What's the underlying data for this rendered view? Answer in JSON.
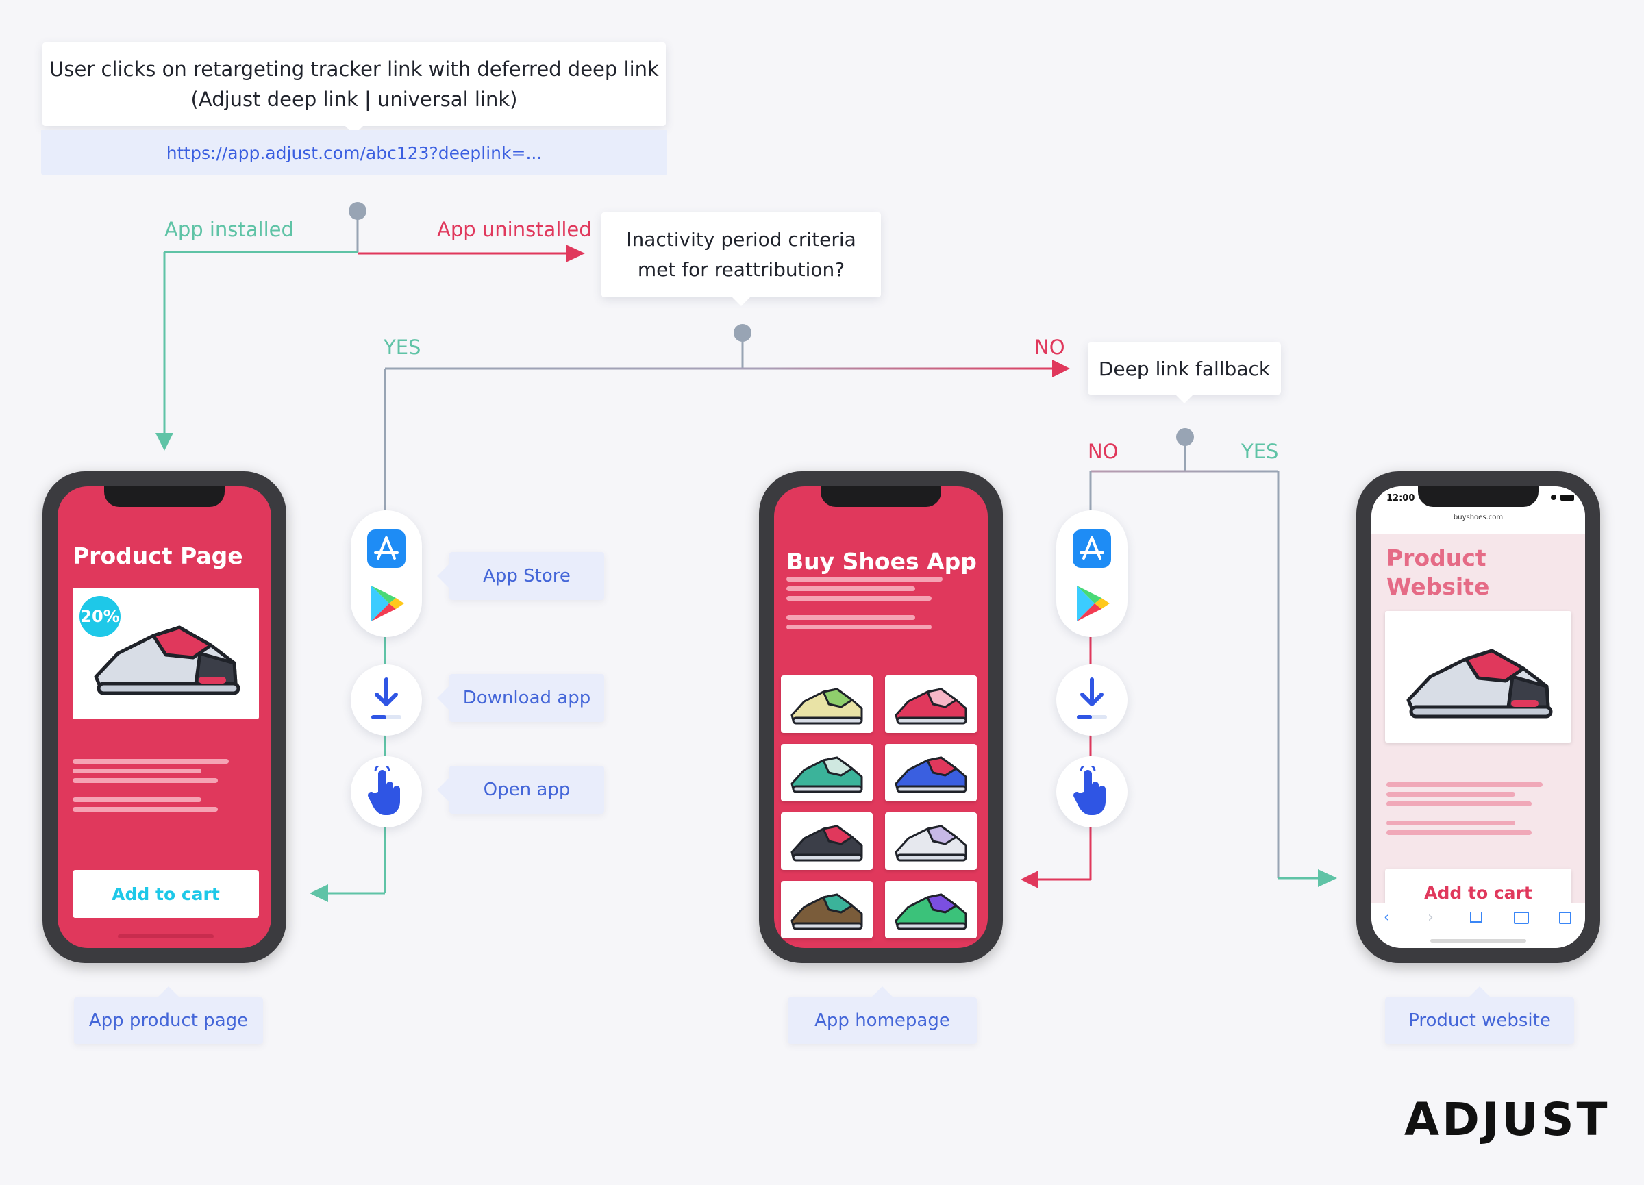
{
  "start": {
    "line1": "User clicks on retargeting tracker link with deferred deep link",
    "line2": "(Adjust deep link | universal link)",
    "url": "https://app.adjust.com/abc123?deeplink=..."
  },
  "branch1": {
    "installed": "App installed",
    "uninstalled": "App uninstalled"
  },
  "decision": {
    "line1": "Inactivity period criteria",
    "line2": "met for reattribution?",
    "yes": "YES",
    "no": "NO"
  },
  "fallback": {
    "label": "Deep link fallback",
    "no": "NO",
    "yes": "YES"
  },
  "steps": {
    "app_store": "App Store",
    "download": "Download app",
    "open": "Open app"
  },
  "phones": {
    "product_page": {
      "title": "Product Page",
      "discount": "20%",
      "button": "Add to cart",
      "caption": "App product page"
    },
    "shoes_app": {
      "title": "Buy Shoes App",
      "caption": "App homepage"
    },
    "website": {
      "time": "12:00",
      "url": "buyshoes.com",
      "title_line1": "Product",
      "title_line2": "Website",
      "button": "Add to cart",
      "caption": "Product website"
    }
  },
  "brand": "ADJUST",
  "colors": {
    "green": "#5fc3a6",
    "red": "#e0385c",
    "grey": "#98a4b4",
    "blue": "#4466d8",
    "pink": "#e0385c"
  }
}
